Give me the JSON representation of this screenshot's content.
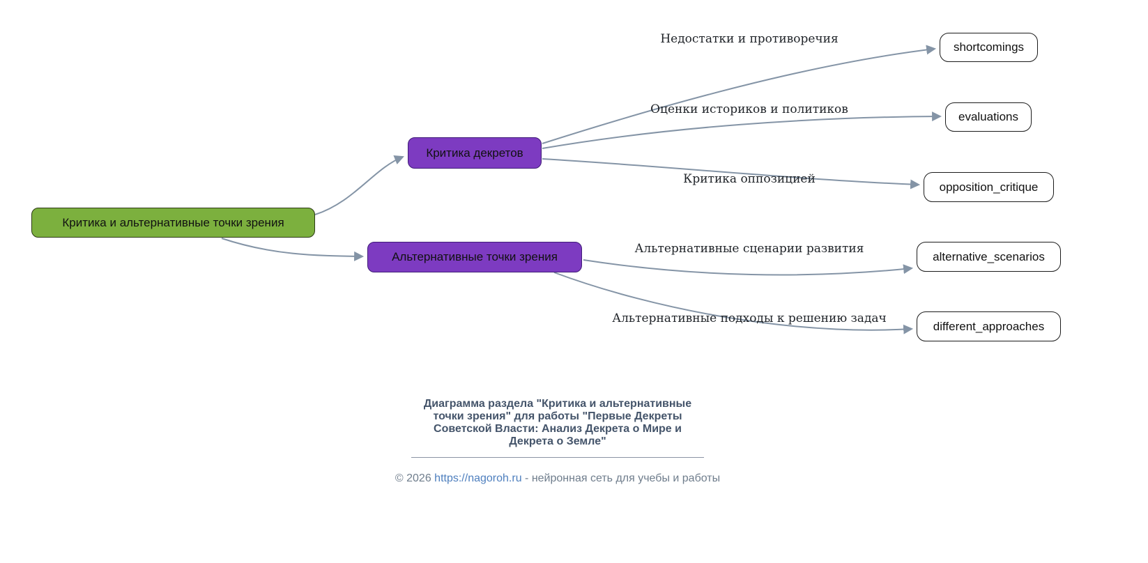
{
  "diagram": {
    "root": {
      "label": "Критика и альтернативные точки зрения"
    },
    "branches": [
      {
        "label": "Критика декретов"
      },
      {
        "label": "Альтернативные точки зрения"
      }
    ],
    "leaves": [
      {
        "label": "shortcomings"
      },
      {
        "label": "evaluations"
      },
      {
        "label": "opposition_critique"
      },
      {
        "label": "alternative_scenarios"
      },
      {
        "label": "different_approaches"
      }
    ],
    "edge_labels": [
      "Недостатки и противоречия",
      "Оценки историков и политиков",
      "Критика оппозицией",
      "Альтернативные сценарии развития",
      "Альтернативные подходы к решению задач"
    ],
    "edges": [
      {
        "from": "root",
        "to": "Критика декретов"
      },
      {
        "from": "root",
        "to": "Альтернативные точки зрения"
      },
      {
        "from": "Критика декретов",
        "to": "shortcomings",
        "label": "Недостатки и противоречия"
      },
      {
        "from": "Критика декретов",
        "to": "evaluations",
        "label": "Оценки историков и политиков"
      },
      {
        "from": "Критика декретов",
        "to": "opposition_critique",
        "label": "Критика оппозицией"
      },
      {
        "from": "Альтернативные точки зрения",
        "to": "alternative_scenarios",
        "label": "Альтернативные сценарии развития"
      },
      {
        "from": "Альтернативные точки зрения",
        "to": "different_approaches",
        "label": "Альтернативные подходы к решению задач"
      }
    ]
  },
  "caption": {
    "text": "Диаграмма раздела \"Критика и альтернативные\nточки зрения\" для работы \"Первые Декреты\nСоветской Власти: Анализ Декрета о Мире и\nДекрета о Земле\""
  },
  "footer": {
    "prefix": "© 2026 ",
    "link": "https://nagoroh.ru",
    "suffix": " - нейронная сеть для учебы и работы"
  },
  "colors": {
    "root_fill": "#7cb03e",
    "branch_fill": "#7d3bc1",
    "leaf_fill": "#ffffff",
    "edge": "#8494a6",
    "caption": "#44546a",
    "footer": "#6f7d8c",
    "footer_link": "#4e7fbe"
  }
}
